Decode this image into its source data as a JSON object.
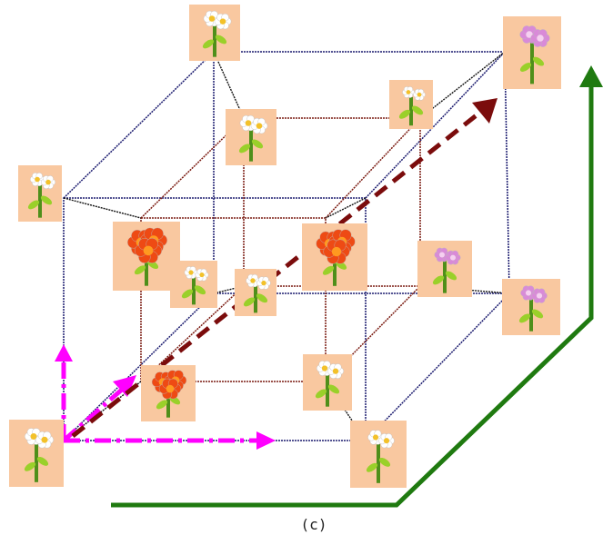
{
  "figure": {
    "caption": "(c)"
  },
  "colors": {
    "outer_cube": "#1a1a6e",
    "inner_cube": "#7a1a10",
    "connector": "#111111",
    "diagonal_arrow": "#7b0c0c",
    "axis_arrows": "#ff00ff",
    "green_path": "#1f7a10",
    "tile_background": "#f9c8a0"
  },
  "flowers": [
    {
      "variant": "white-daisy",
      "scale": 0.46
    },
    {
      "variant": "pink-flower",
      "scale": 0.78
    },
    {
      "variant": "white-daisy",
      "scale": 0.51
    },
    {
      "variant": "white-daisy-small",
      "scale": 0.65
    },
    {
      "variant": "white-daisy",
      "scale": 0.09
    },
    {
      "variant": "orange-flower",
      "scale": 0.63
    },
    {
      "variant": "orange-flower",
      "scale": 0.61
    },
    {
      "variant": "pink-flower-small",
      "scale": 0.52
    },
    {
      "variant": "white-daisy-small",
      "scale": 0.55
    },
    {
      "variant": "white-daisy",
      "scale": 0.37
    },
    {
      "variant": "pink-flower-small",
      "scale": 0.34
    },
    {
      "variant": "orange-flower",
      "scale": 0.86
    },
    {
      "variant": "white-daisy",
      "scale": 0.72
    },
    {
      "variant": "white-daisy",
      "scale": 0.31
    },
    {
      "variant": "white-daisy-small",
      "scale": 0.04
    }
  ]
}
